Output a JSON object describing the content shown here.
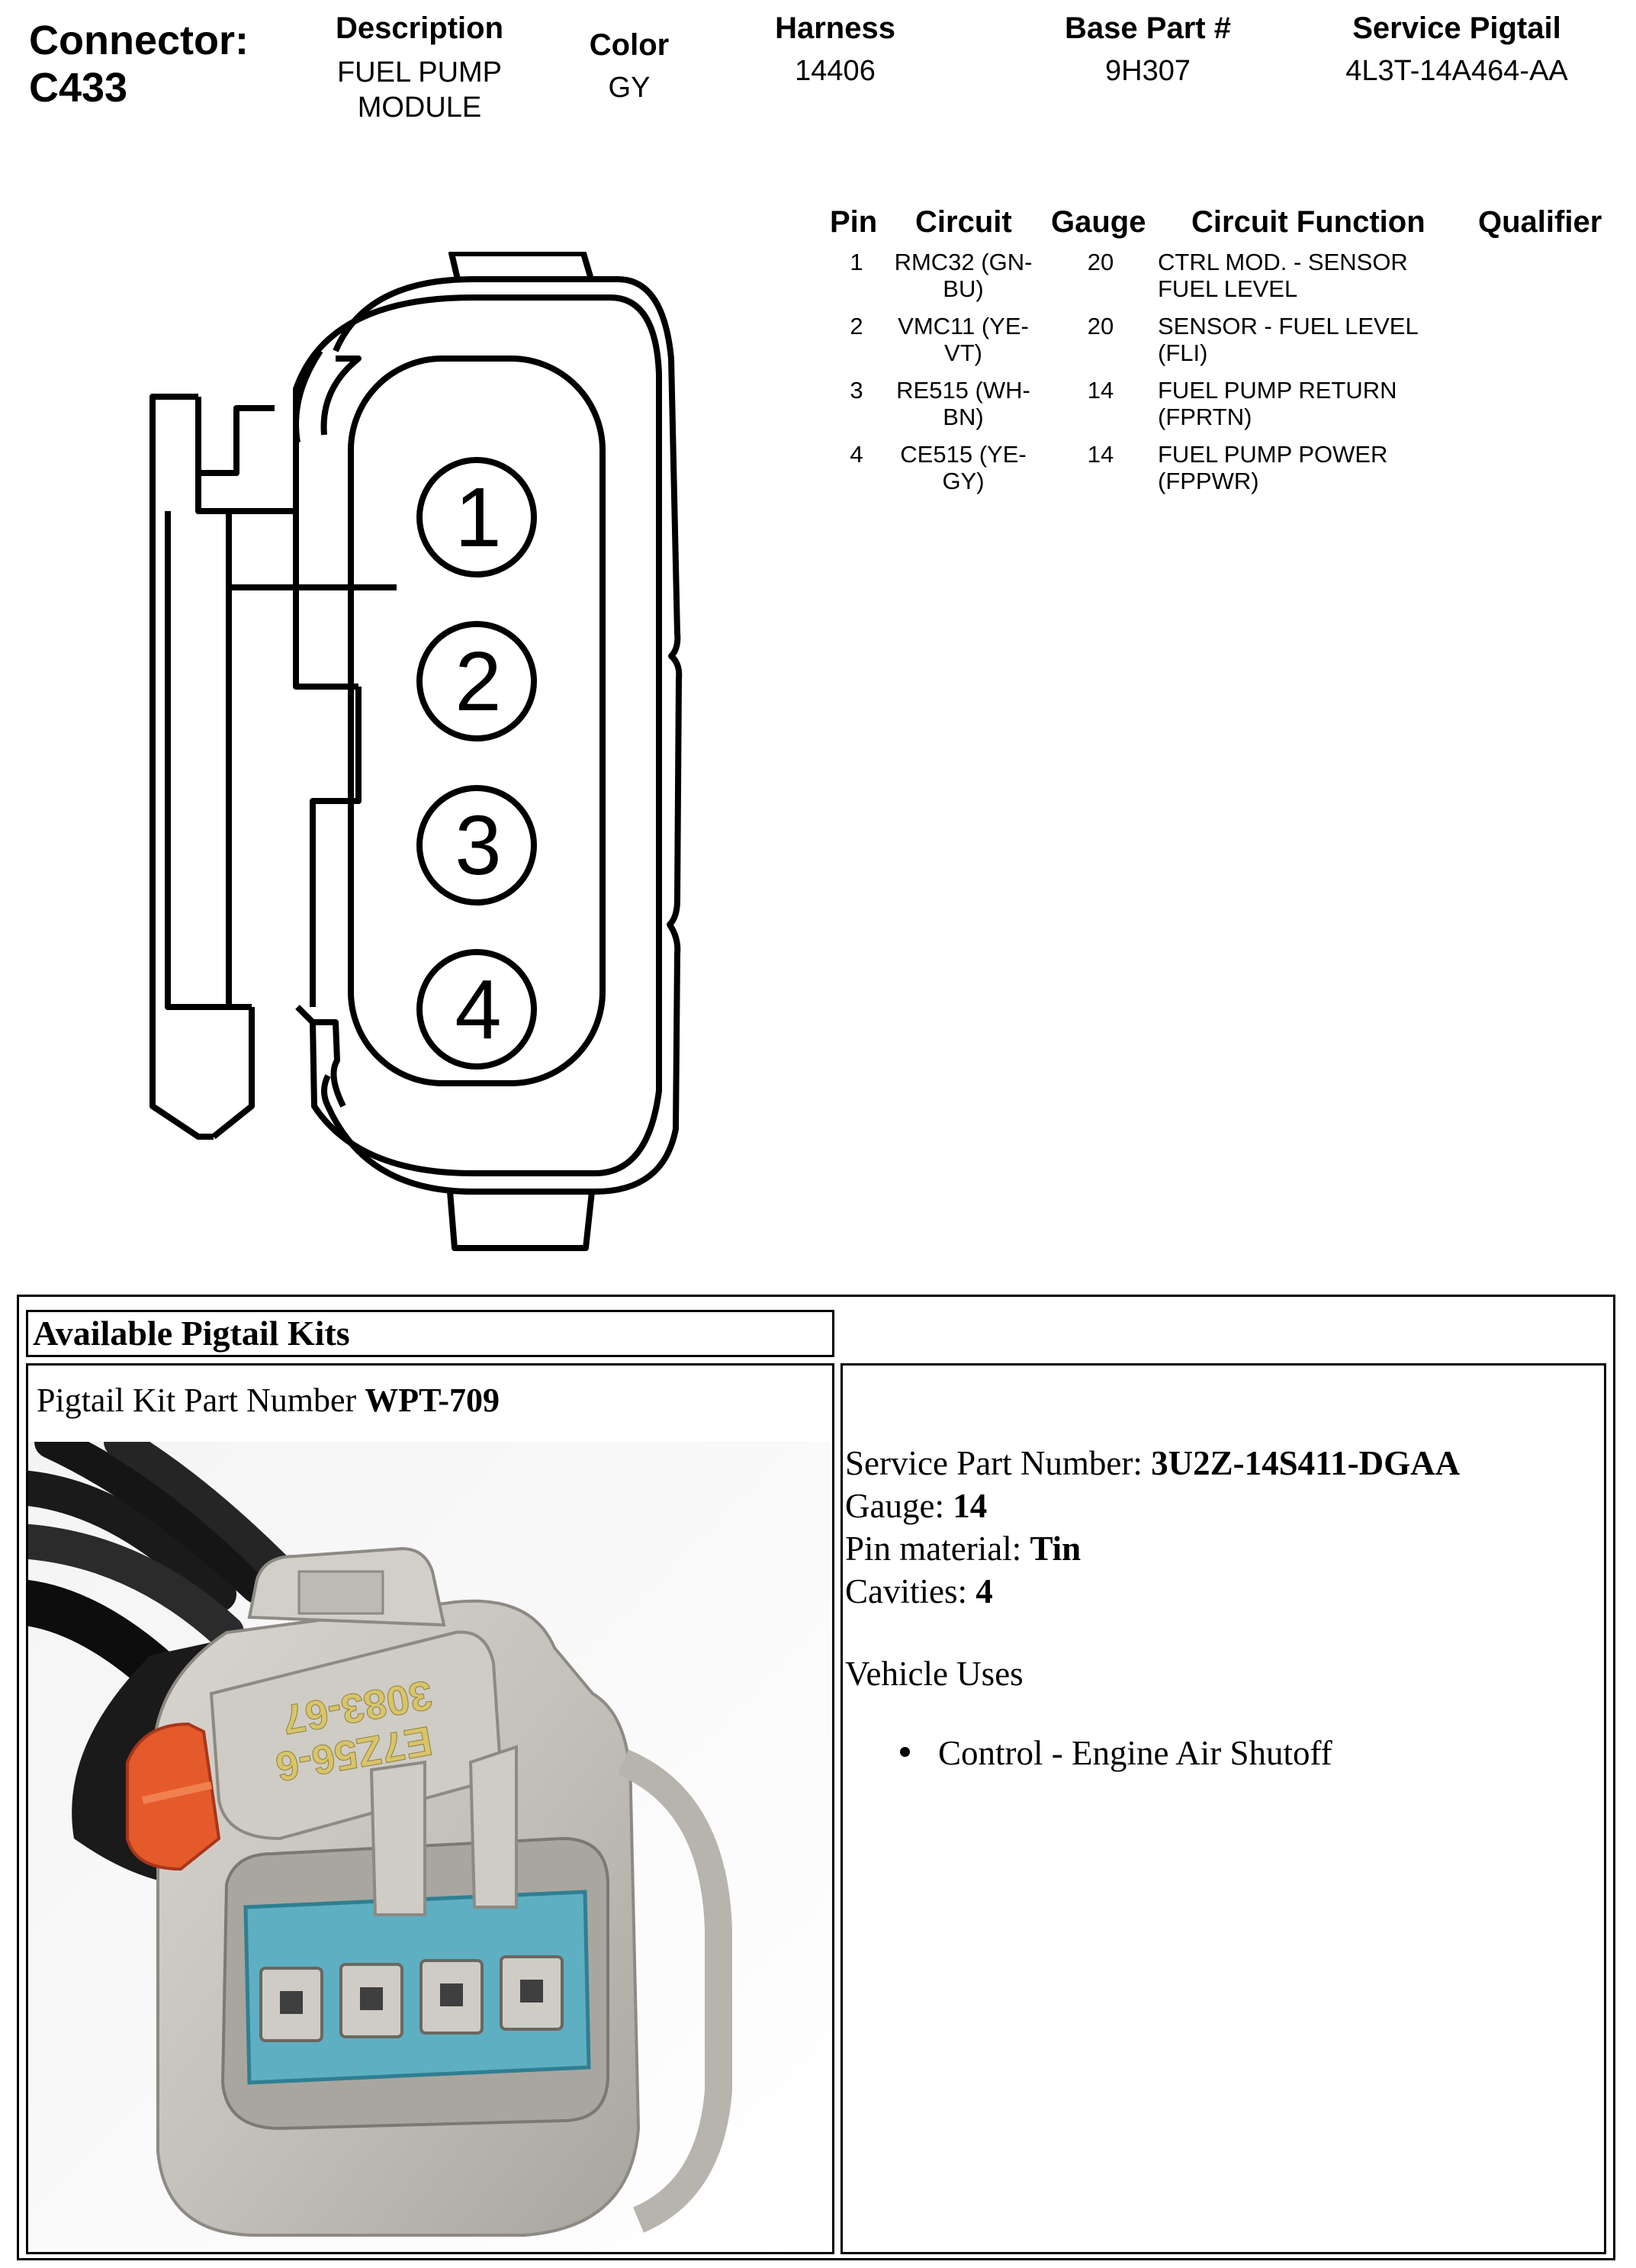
{
  "header": {
    "connector_label": "Connector:",
    "connector_id": "C433",
    "description_label": "Description",
    "description_line1": "FUEL PUMP",
    "description_line2": "MODULE",
    "color_label": "Color",
    "color_value": "GY",
    "harness_label": "Harness",
    "harness_value": "14406",
    "base_part_label": "Base Part #",
    "base_part_value": "9H307",
    "service_pigtail_label": "Service Pigtail",
    "service_pigtail_value": "4L3T-14A464-AA"
  },
  "pin_table": {
    "headers": {
      "pin": "Pin",
      "circuit": "Circuit",
      "gauge": "Gauge",
      "function": "Circuit Function",
      "qualifier": "Qualifier"
    },
    "rows": [
      {
        "pin": "1",
        "circuit_l1": "RMC32 (GN-",
        "circuit_l2": "BU)",
        "gauge": "20",
        "function_l1": "CTRL MOD. - SENSOR",
        "function_l2": "FUEL LEVEL"
      },
      {
        "pin": "2",
        "circuit_l1": "VMC11 (YE-",
        "circuit_l2": "VT)",
        "gauge": "20",
        "function_l1": "SENSOR - FUEL LEVEL",
        "function_l2": "(FLI)"
      },
      {
        "pin": "3",
        "circuit_l1": "RE515 (WH-",
        "circuit_l2": "BN)",
        "gauge": "14",
        "function_l1": "FUEL PUMP RETURN",
        "function_l2": "(FPRTN)"
      },
      {
        "pin": "4",
        "circuit_l1": "CE515 (YE-",
        "circuit_l2": "GY)",
        "gauge": "14",
        "function_l1": "FUEL PUMP POWER",
        "function_l2": "(FPPWR)"
      }
    ]
  },
  "drawing": {
    "pin_labels": [
      "1",
      "2",
      "3",
      "4"
    ]
  },
  "kits": {
    "title": "Available Pigtail Kits",
    "part_number_label": "Pigtail Kit Part Number ",
    "part_number_value": "WPT-709",
    "photo_marking_1": "3083-67",
    "photo_marking_2": "E7Z56-6",
    "service_part_label": "Service Part Number: ",
    "service_part_value": "3U2Z-14S411-DGAA",
    "gauge_label": "Gauge: ",
    "gauge_value": "14",
    "pin_material_label": "Pin material: ",
    "pin_material_value": "Tin",
    "cavities_label": "Cavities: ",
    "cavities_value": "4",
    "vehicle_uses_label": "Vehicle Uses",
    "vehicle_uses": [
      "Control - Engine Air Shutoff"
    ]
  }
}
